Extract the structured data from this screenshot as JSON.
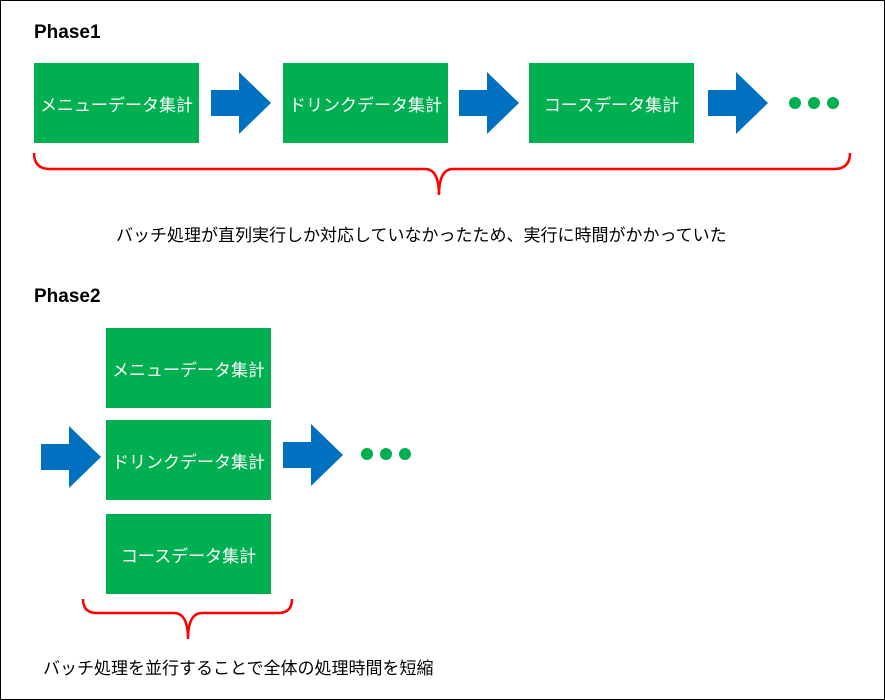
{
  "colors": {
    "box": "#00b050",
    "box_text": "#ffffff",
    "arrow": "#0070c0",
    "dots": "#00b050",
    "brace": "#ff0000"
  },
  "phase1": {
    "title": "Phase1",
    "boxes": [
      "メニューデータ集計",
      "ドリンクデータ集計",
      "コースデータ集計"
    ],
    "caption": "バッチ処理が直列実行しか対応していなかったため、実行に時間がかかっていた"
  },
  "phase2": {
    "title": "Phase2",
    "boxes": [
      "メニューデータ集計",
      "ドリンクデータ集計",
      "コースデータ集計"
    ],
    "caption": "バッチ処理を並行することで全体の処理時間を短縮"
  }
}
